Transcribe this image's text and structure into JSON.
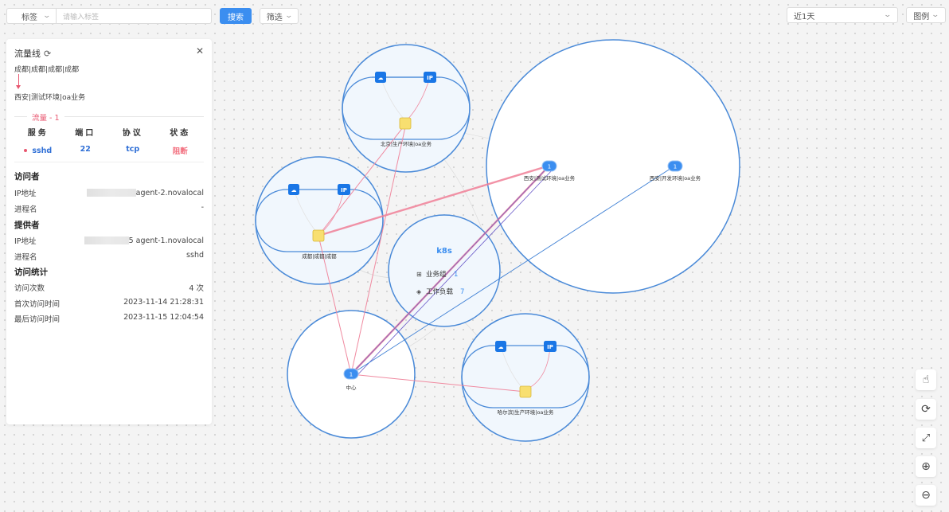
{
  "toolbar": {
    "tag_select": "标签",
    "tag_placeholder": "请输入标签",
    "search_label": "搜索",
    "filter_label": "筛选",
    "range_label": "近1天",
    "legend_label": "图例"
  },
  "panel": {
    "title": "流量线",
    "route_src": "成都|成都|成都|成都",
    "route_dst": "西安|测试环境|oa业务",
    "traffic_label": "流量 - 1",
    "headers": [
      "服务",
      "端口",
      "协议",
      "状态"
    ],
    "row": {
      "service": "sshd",
      "port": "22",
      "protocol": "tcp",
      "status": "阻断"
    },
    "visitor": {
      "title": "访问者",
      "ip_label": "IP地址",
      "ip_value": "agent-2.novalocal",
      "proc_label": "进程名",
      "proc_value": "-"
    },
    "provider": {
      "title": "提供者",
      "ip_label": "IP地址",
      "ip_value": "5 agent-1.novalocal",
      "proc_label": "进程名",
      "proc_value": "sshd"
    },
    "stats": {
      "title": "访问统计",
      "count_label": "访问次数",
      "count_value": "4 次",
      "first_label": "首次访问时间",
      "first_value": "2023-11-14 21:28:31",
      "last_label": "最后访问时间",
      "last_value": "2023-11-15 12:04:54"
    }
  },
  "graph": {
    "groups": [
      {
        "label": "北京|生产环境|oa业务"
      },
      {
        "label": "成都|成都|成都"
      },
      {
        "label": "哈尔滨|生产环境|oa业务"
      }
    ],
    "nodes": [
      {
        "label": "西安|测试环境|oa业务",
        "badge": "1"
      },
      {
        "label": "西安|开发环境|oa业务",
        "badge": "1"
      },
      {
        "label": "中心",
        "badge": "1"
      }
    ],
    "cloud_badge": "IP",
    "k8s": {
      "title": "k8s",
      "item1": "业务组",
      "item1_count": "1",
      "item2": "工作负载",
      "item2_count": "7"
    }
  },
  "colors": {
    "accent": "#3b8ef0",
    "danger": "#e8566f",
    "edge_blue": "#3d7fd4",
    "edge_purple": "#6b5bc9"
  }
}
